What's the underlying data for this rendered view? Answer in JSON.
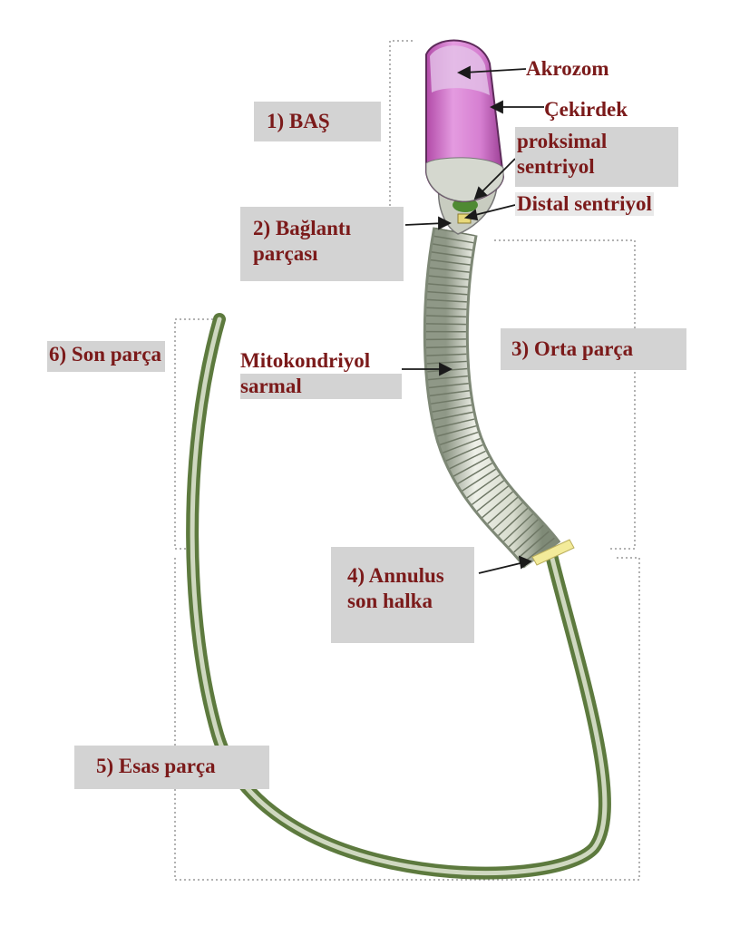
{
  "labels": {
    "akrozom": "Akrozom",
    "cekirdek": "Çekirdek",
    "proksimal_line1": "proksimal",
    "proksimal_line2": "sentriyol",
    "distal": "Distal sentriyol",
    "bas": "1) BAŞ",
    "baglanti_line1": "2) Bağlantı",
    "baglanti_line2": "parçası",
    "orta": "3) Orta parça",
    "mito_line1": "Mitokondriyol",
    "mito_line2": "sarmal",
    "son_parca": "6) Son parça",
    "annulus_line1": "4) Annulus",
    "annulus_line2": "son halka",
    "esas": "5) Esas parça"
  },
  "colors": {
    "label_text": "#7b1a1a",
    "label_box": "#d3d3d3",
    "head_fill": "#dd88d8",
    "tail_green": "#6f8f4a",
    "midpiece": "#d9ddd0",
    "annulus": "#f3eb9a"
  }
}
